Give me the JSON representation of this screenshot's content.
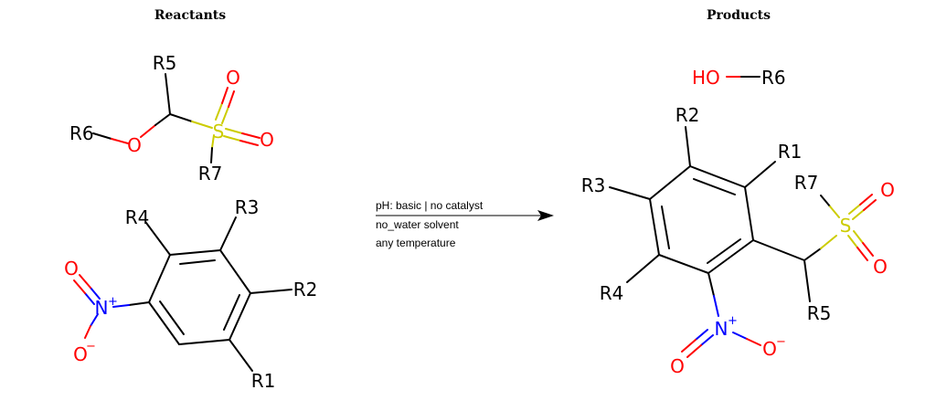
{
  "headers": {
    "reactants": "Reactants",
    "products": "Products"
  },
  "conditions": {
    "line1": "pH: basic | no catalyst",
    "line2": "no_water solvent",
    "line3": "any temperature"
  },
  "atoms": {
    "R1": "R1",
    "R2": "R2",
    "R3": "R3",
    "R4": "R4",
    "R5": "R5",
    "R6": "R6",
    "R7": "R7",
    "O": "O",
    "S": "S",
    "N": "N",
    "HO": "HO",
    "plus": "+",
    "minus": "−"
  },
  "colors": {
    "carbon": "#000000",
    "oxygen": "#ff0000",
    "nitrogen": "#0000ff",
    "sulfur": "#cccc00"
  }
}
